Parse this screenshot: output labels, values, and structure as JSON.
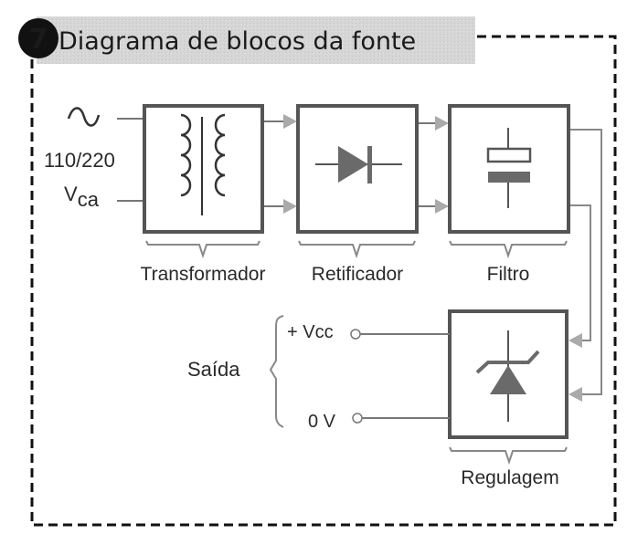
{
  "title": {
    "number": "7",
    "text": "Diagrama de blocos da fonte"
  },
  "input": {
    "symbol": "~",
    "voltage": "110/220",
    "unit_main": "V",
    "unit_sub": "ca"
  },
  "blocks": [
    {
      "id": "transformer",
      "label": "Transformador"
    },
    {
      "id": "rectifier",
      "label": "Retificador"
    },
    {
      "id": "filter",
      "label": "Filtro"
    },
    {
      "id": "regulator",
      "label": "Regulagem"
    }
  ],
  "output": {
    "label": "Saída",
    "positive": "+ Vcc",
    "ground": "0 V"
  },
  "colors": {
    "box_border": "#555555",
    "arrow": "#999999",
    "fill_dark": "#6a6a6a",
    "title_bg": "#d4d4d4"
  }
}
